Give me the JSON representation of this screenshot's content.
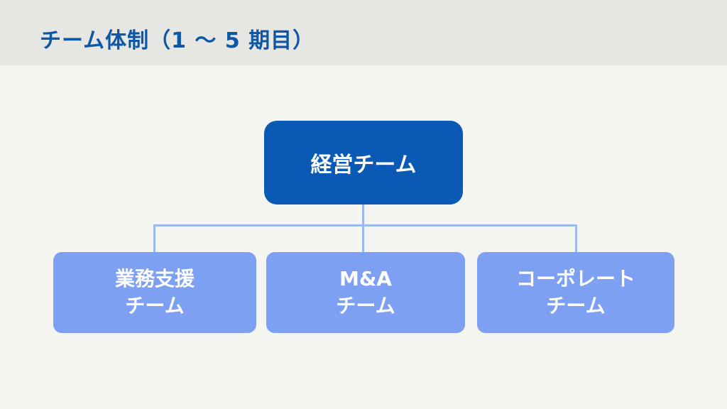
{
  "title": "チーム体制（1 ～ 5 期目）",
  "colors": {
    "header_band": "#e6e6e3",
    "body_background": "#f4f4f1",
    "title_text": "#0d57a8",
    "root_node": "#0a5ab5",
    "child_node": "#7da0f2",
    "connector": "#9bb8f0",
    "node_text": "#ffffff"
  },
  "org": {
    "root": {
      "label": "経営チーム"
    },
    "children": [
      {
        "line1": "業務支援",
        "line2": "チーム"
      },
      {
        "line1": "M&A",
        "line2": "チーム"
      },
      {
        "line1": "コーポレート",
        "line2": "チーム"
      }
    ]
  }
}
